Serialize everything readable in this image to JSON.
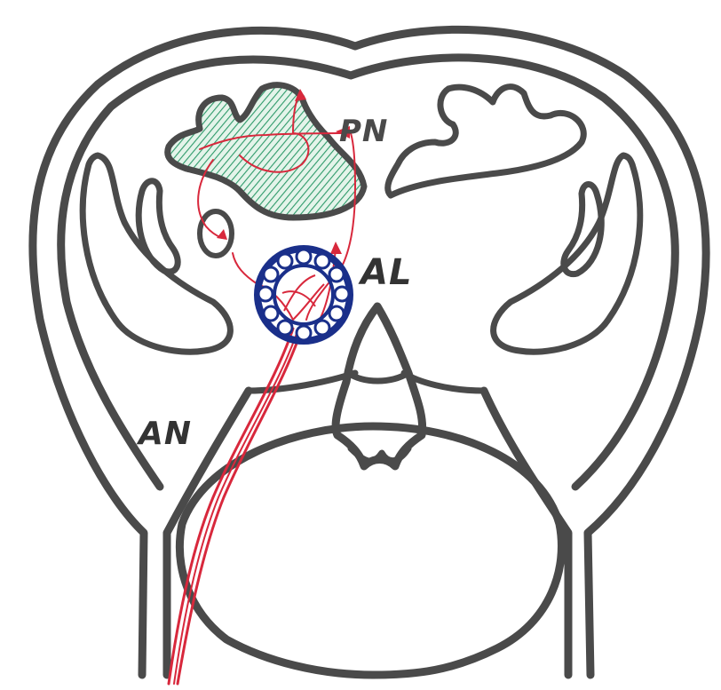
{
  "labels": {
    "pn": "PN",
    "al": "AL",
    "an": "AN"
  },
  "colors": {
    "outline": "#4a4a4a",
    "green_hatch": "#2e9a6a",
    "nerve_red": "#d8283c",
    "ring_blue": "#1a2f8a"
  }
}
